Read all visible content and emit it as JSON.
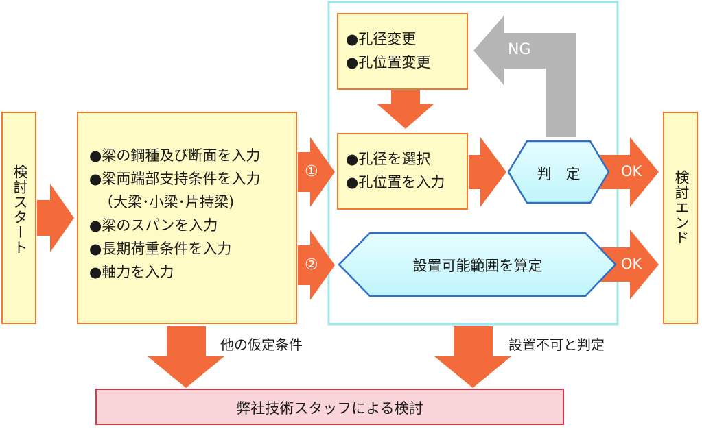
{
  "start": {
    "label": "検討スタート"
  },
  "end": {
    "label": "検討エンド"
  },
  "inputs": {
    "items": [
      "●梁の鋼種及び断面を入力",
      "●梁両端部支持条件を入力",
      "（大梁･小梁･片持梁)",
      "●梁のスパンを入力",
      "●長期荷重条件を入力",
      "●軸力を入力"
    ]
  },
  "path1": {
    "marker": "①",
    "input_items": [
      "●孔径を選択",
      "●孔位置を入力"
    ],
    "change_items": [
      "●孔径変更",
      "●孔位置変更"
    ],
    "judge_label": "判　定",
    "ng_label": "NG",
    "ok_label": "OK"
  },
  "path2": {
    "marker": "②",
    "calc_label": "設置可能範囲を算定",
    "ok_label": "OK"
  },
  "other_conditions_label": "他の仮定条件",
  "not_possible_label": "設置不可と判定",
  "staff_review_label": "弊社技術スタッフによる検討",
  "colors": {
    "box_fill": "#fffbc6",
    "box_border": "#f07a2a",
    "arrow": "#f36b3b",
    "hex_fill": "#ccfbff",
    "hex_border": "#2f6fc4",
    "frame": "#9ee6ea",
    "ng_arrow": "#b5b5b5",
    "bottom_fill": "#f9d4d8",
    "bottom_border": "#d9364e"
  }
}
